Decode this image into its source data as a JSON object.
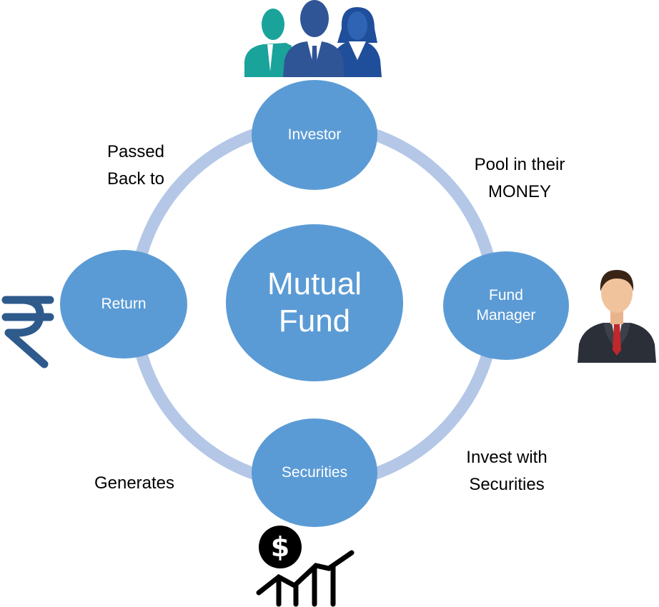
{
  "diagram": {
    "center": {
      "label": "Mutual\nFund"
    },
    "nodes": {
      "investor": {
        "label": "Investor",
        "icon": "investors-group-icon"
      },
      "fund_manager": {
        "label": "Fund\nManager",
        "icon": "fund-manager-icon"
      },
      "securities": {
        "label": "Securities",
        "icon": "dollar-growth-chart-icon"
      },
      "return": {
        "label": "Return",
        "icon": "rupee-icon"
      }
    },
    "edges": {
      "investor_to_manager": "Pool in their\nMONEY",
      "manager_to_securities": "Invest with\nSecurities",
      "securities_to_return": "Generates",
      "return_to_investor": "Passed\nBack to"
    },
    "colors": {
      "node_fill": "#5b9bd5",
      "ring": "#b4c7e7",
      "node_text": "#ffffff",
      "teal": "#1aa39a",
      "navy": "#2f5597",
      "royal": "#1f4e9b",
      "suit": "#2b2f38",
      "tie": "#c0282b",
      "rupee": "#2e5a8c"
    }
  }
}
